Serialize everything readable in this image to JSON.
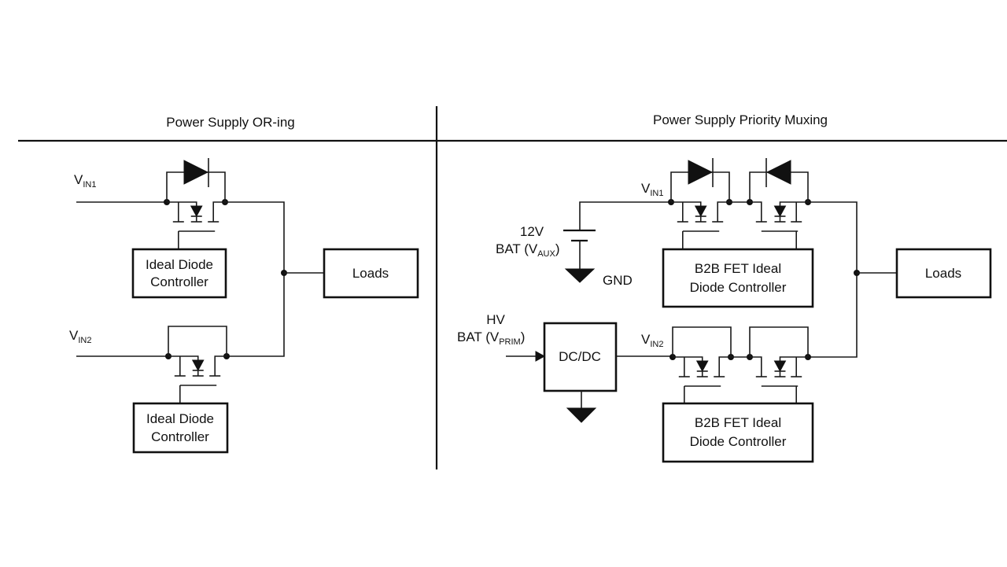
{
  "colors": {
    "background": "#ffffff",
    "ink": "#111111"
  },
  "left_panel": {
    "title": "Power Supply OR-ing",
    "inputs": [
      {
        "label_main": "V",
        "label_sub": "IN1"
      },
      {
        "label_main": "V",
        "label_sub": "IN2"
      }
    ],
    "controllers": [
      {
        "line1": "Ideal Diode",
        "line2": "Controller"
      },
      {
        "line1": "Ideal Diode",
        "line2": "Controller"
      }
    ],
    "loads_label": "Loads"
  },
  "right_panel": {
    "title": "Power Supply Priority Muxing",
    "aux_battery": {
      "voltage": "12V",
      "label_prefix": "BAT (V",
      "label_sub": "AUX",
      "label_suffix": ")",
      "ground_label": "GND"
    },
    "primary_battery": {
      "line1": "HV",
      "label_prefix": "BAT (V",
      "label_sub": "PRIM",
      "label_suffix": ")"
    },
    "converter_label": "DC/DC",
    "inputs": [
      {
        "label_main": "V",
        "label_sub": "IN1"
      },
      {
        "label_main": "V",
        "label_sub": "IN2"
      }
    ],
    "controllers": [
      {
        "line1": "B2B FET Ideal",
        "line2": "Diode Controller"
      },
      {
        "line1": "B2B FET Ideal",
        "line2": "Diode Controller"
      }
    ],
    "loads_label": "Loads"
  }
}
